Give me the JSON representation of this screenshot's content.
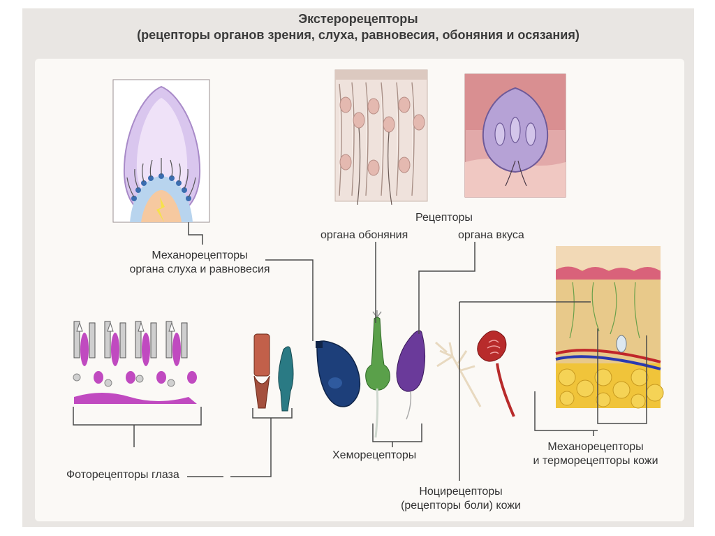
{
  "title": {
    "line1": "Экстерорецепторы",
    "line2": "(рецепторы органов зрения, слуха, равновесия, обоняния и осязания)"
  },
  "labels": {
    "receptors": "Рецепторы",
    "olfactory": "органа обоняния",
    "taste": "органа вкуса",
    "mechano_hearing_1": "Механорецепторы",
    "mechano_hearing_2": "органа слуха и равновесия",
    "photoreceptors": "Фоторецепторы глаза",
    "chemoreceptors": "Хеморецепторы",
    "skin_mechano_1": "Механорецепторы",
    "skin_mechano_2": "и терморецепторы кожи",
    "nociceptors_1": "Ноцирецепторы",
    "nociceptors_2": "(рецепторы боли) кожи"
  },
  "colors": {
    "frame": "#e9e6e3",
    "panel": "#fbf9f6",
    "text": "#333333",
    "line": "#4a4a4a",
    "lilac": "#c9a9e0",
    "magenta": "#c04ac0",
    "teal": "#1f6f7a",
    "navy": "#1d3f7a",
    "green": "#5aa04a",
    "purple": "#6a3a9a",
    "red": "#b82b2b",
    "skin": "#e8b06a"
  }
}
